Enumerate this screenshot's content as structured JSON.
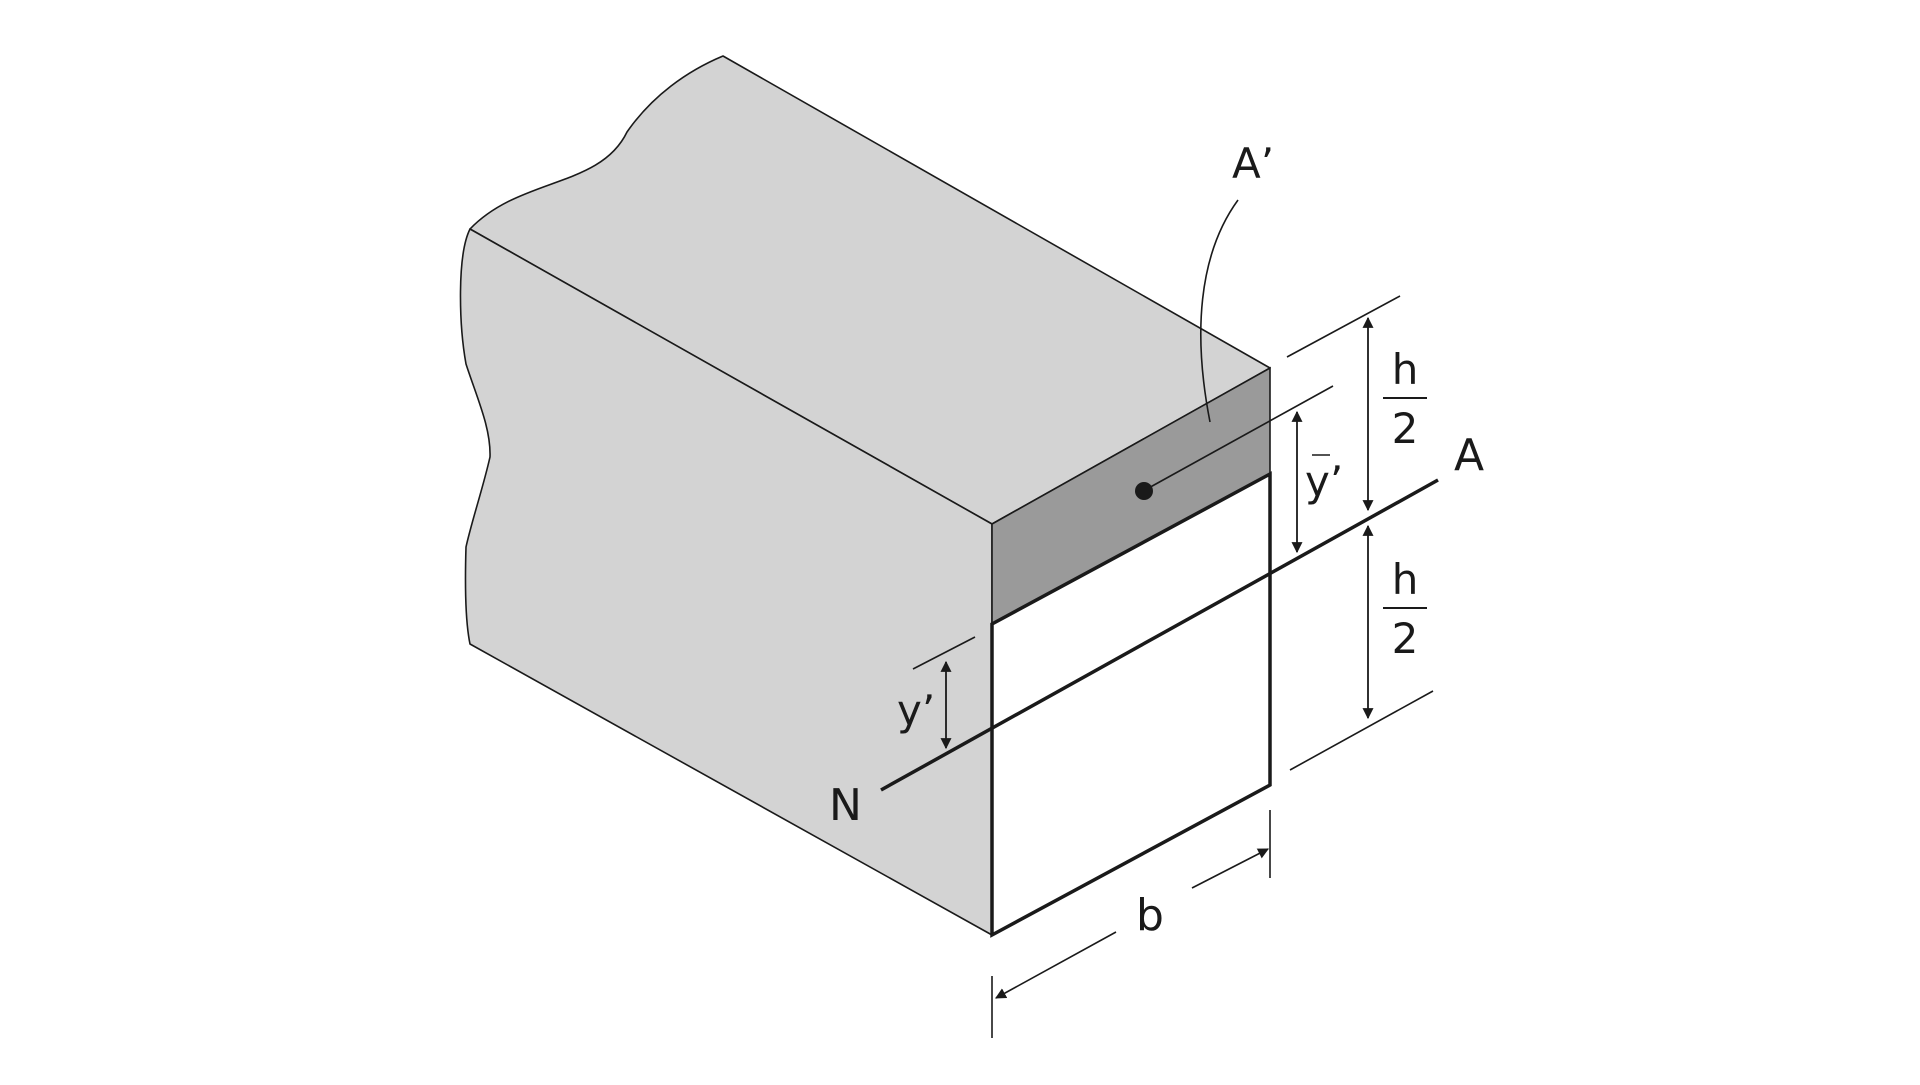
{
  "labels": {
    "a_prime": "A’",
    "h": "h",
    "two": "2",
    "y_bar_prime": "y’",
    "y_prime": "y’",
    "n": "N",
    "a": "A",
    "b": "b"
  },
  "colors": {
    "beam_body": "#d3d3d3",
    "shaded_area": "#9a9a9a",
    "section_face": "#ffffff",
    "stroke": "#1a1a1a"
  }
}
